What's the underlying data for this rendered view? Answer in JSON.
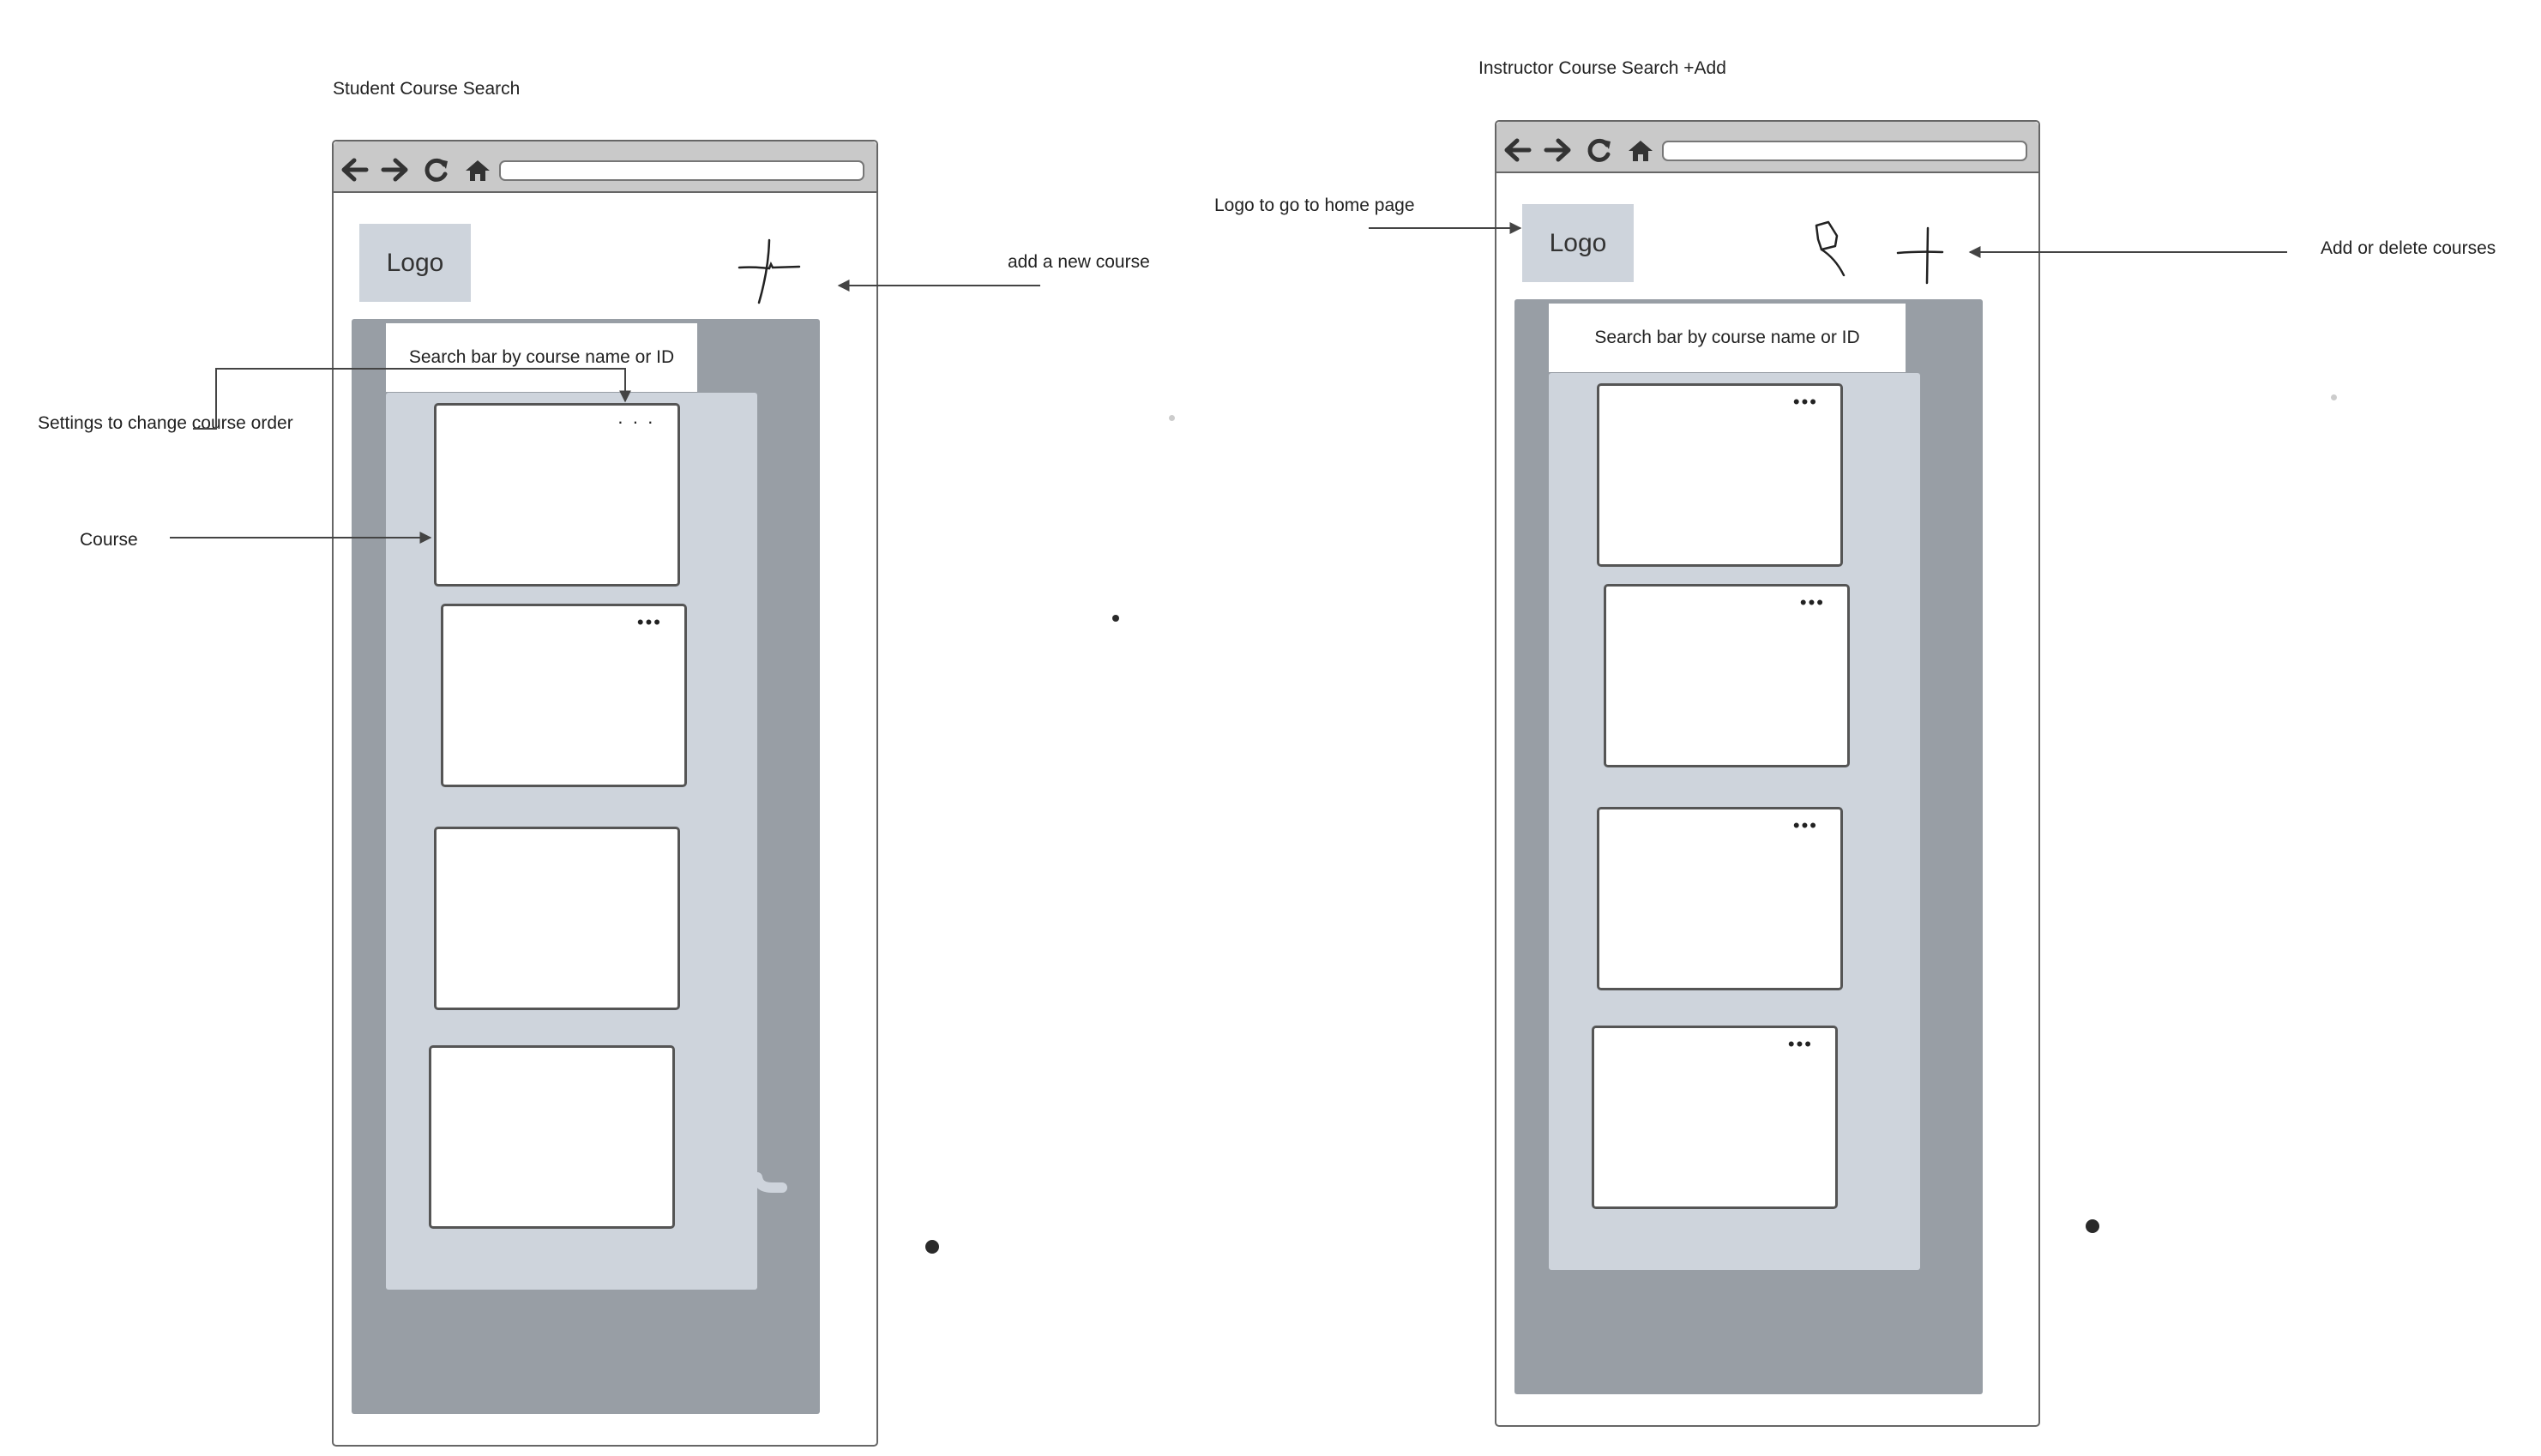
{
  "student": {
    "title": "Student Course Search",
    "logo": "Logo",
    "search_placeholder": "Search bar by course name or ID",
    "card_menus": [
      "·  ·  ·",
      "•••",
      "",
      ""
    ]
  },
  "instructor": {
    "title": "Instructor Course Search +Add",
    "logo": "Logo",
    "search_placeholder": "Search bar by course name or ID",
    "card_menus": [
      "•••",
      "•••",
      "•••",
      "•••"
    ]
  },
  "annotations": {
    "add_new_course": "add a new course",
    "settings_order": "Settings to change course order",
    "course": "Course",
    "logo_home": "Logo to go  to home page",
    "add_delete": "Add or delete courses"
  },
  "icons": [
    "back-arrow-icon",
    "forward-arrow-icon",
    "reload-icon",
    "home-icon",
    "plus-icon",
    "person-icon"
  ],
  "colors": {
    "toolbar": "#c9c9c9",
    "panel_dark": "#989ea5",
    "panel_light": "#ced4dc",
    "logo_bg": "#ced4dc",
    "stroke": "#555555"
  }
}
